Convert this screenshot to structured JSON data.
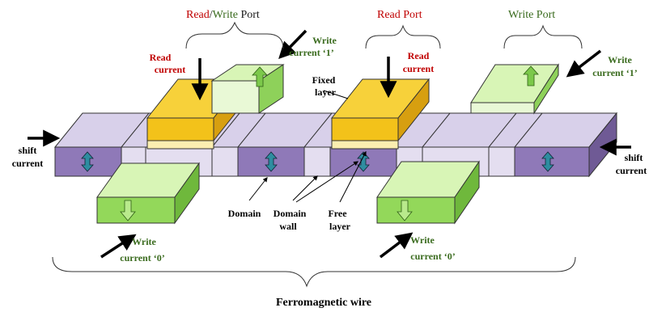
{
  "ports": {
    "rw_port": {
      "read": "Read",
      "slash": "/",
      "write": "Write",
      "port": " Port"
    },
    "read_port": "Read Port",
    "write_port": "Write Port"
  },
  "labels": {
    "read_current_1_a": "Read",
    "read_current_1_b": "current",
    "read_current_2_a": "Read",
    "read_current_2_b": "current",
    "write1_left_a": "Write",
    "write1_left_b": "current ‘1’",
    "write1_right_a": "Write",
    "write1_right_b": "current ‘1’",
    "write0_left_a": "Write",
    "write0_left_b": "current ‘0’",
    "write0_right_a": "Write",
    "write0_right_b": "current ‘0’",
    "fixed_layer_a": "Fixed",
    "fixed_layer_b": "layer",
    "shift_left_a": "shift",
    "shift_left_b": "current",
    "shift_right_a": "shift",
    "shift_right_b": "current",
    "domain": "Domain",
    "domain_wall_a": "Domain",
    "domain_wall_b": "wall",
    "free_layer_a": "Free",
    "free_layer_b": "layer",
    "ferromagnetic_wire": "Ferromagnetic wire"
  },
  "colors": {
    "red_label": "#c00000",
    "green_label": "#3a6b1e",
    "port_text": "#1a1a1a",
    "wire_top": "#d8d0ea",
    "wire_front": "#e4def0",
    "domain_front": "#8f79b8",
    "read_top": "#f7d13a",
    "read_front": "#f3c21a",
    "write_top": "#d8f5b6",
    "write_front": "#93d85a",
    "arrow_fill": "#2e8da0",
    "green_arrow": "#7cc94a"
  }
}
